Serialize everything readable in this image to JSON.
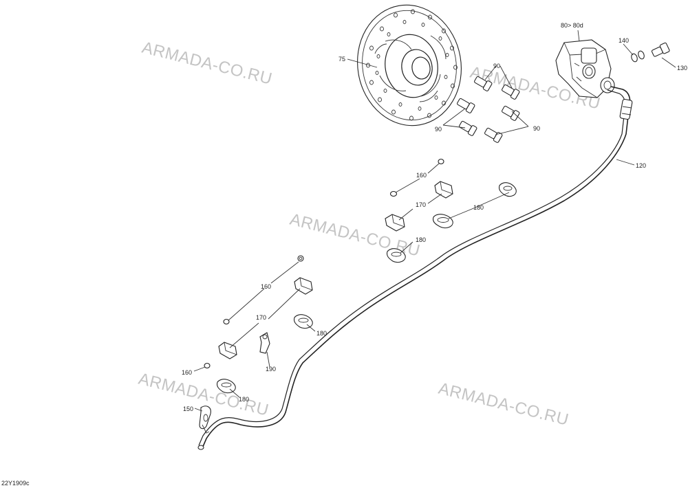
{
  "diagram": {
    "figure_code": "22Y1909c",
    "watermark_text": "ARMADA-CO.RU",
    "callouts": {
      "c75": "75",
      "c80": "80> 80d",
      "c90a": "90",
      "c90b": "90",
      "c90c": "90",
      "c120": "120",
      "c130": "130",
      "c140": "140",
      "c150": "150",
      "c160a": "160",
      "c160b": "160",
      "c160c": "160",
      "c170a": "170",
      "c170b": "170",
      "c180a": "180",
      "c180b": "180",
      "c180c": "180",
      "c180d": "180",
      "c190": "190"
    }
  }
}
